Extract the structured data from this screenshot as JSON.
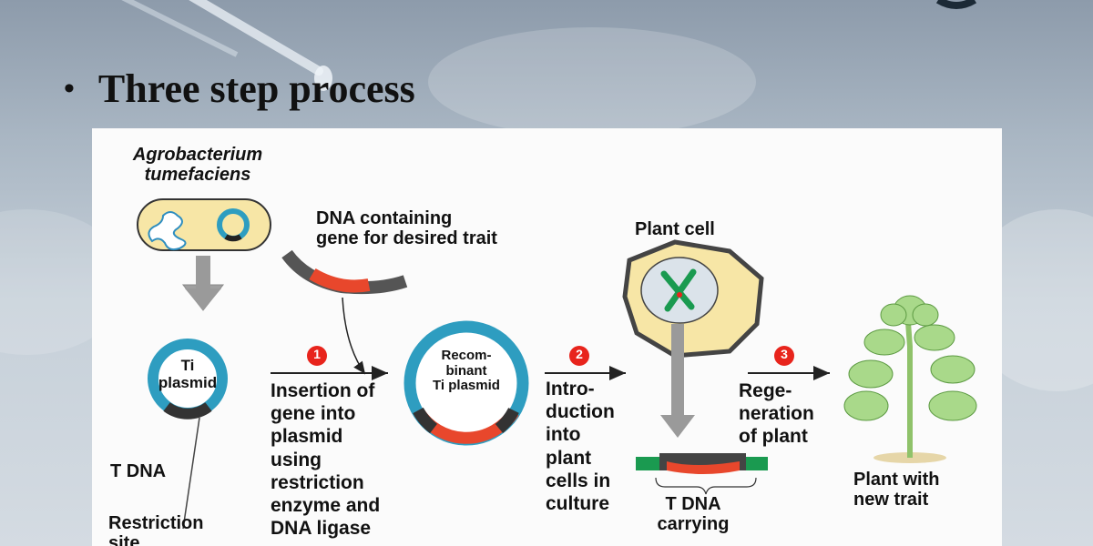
{
  "slide": {
    "bullet_marker": "•",
    "bullet_text": "Three step process"
  },
  "diagram": {
    "agro_label": "Agrobacterium\ntumefaciens",
    "dna_label": "DNA containing\ngene for desired trait",
    "plant_cell_label": "Plant cell",
    "ti_plasmid_label": "Ti\nplasmid",
    "recomb_label": "Recom-\nbinant\nTi plasmid",
    "t_dna_label": "T DNA",
    "restriction_label": "Restriction\nsite",
    "step1_number": "1",
    "step1_text": "Insertion of\ngene into\nplasmid\nusing\nrestriction\nenzyme and\nDNA ligase",
    "step2_number": "2",
    "step2_text": "Intro-\nduction\ninto\nplant\ncells in\nculture",
    "step3_number": "3",
    "step3_text": "Rege-\nneration\nof plant",
    "t_dna_carrying_label": "T DNA\ncarrying",
    "plant_label": "Plant with\nnew trait",
    "colors": {
      "plasmid_ring": "#2e9dc0",
      "insert_gene": "#e8472c",
      "bacterium_fill": "#f7e6a6",
      "step_badge": "#e8241c",
      "t_dna_green": "#1a9a50",
      "leaf_green": "#a9d98a"
    }
  }
}
